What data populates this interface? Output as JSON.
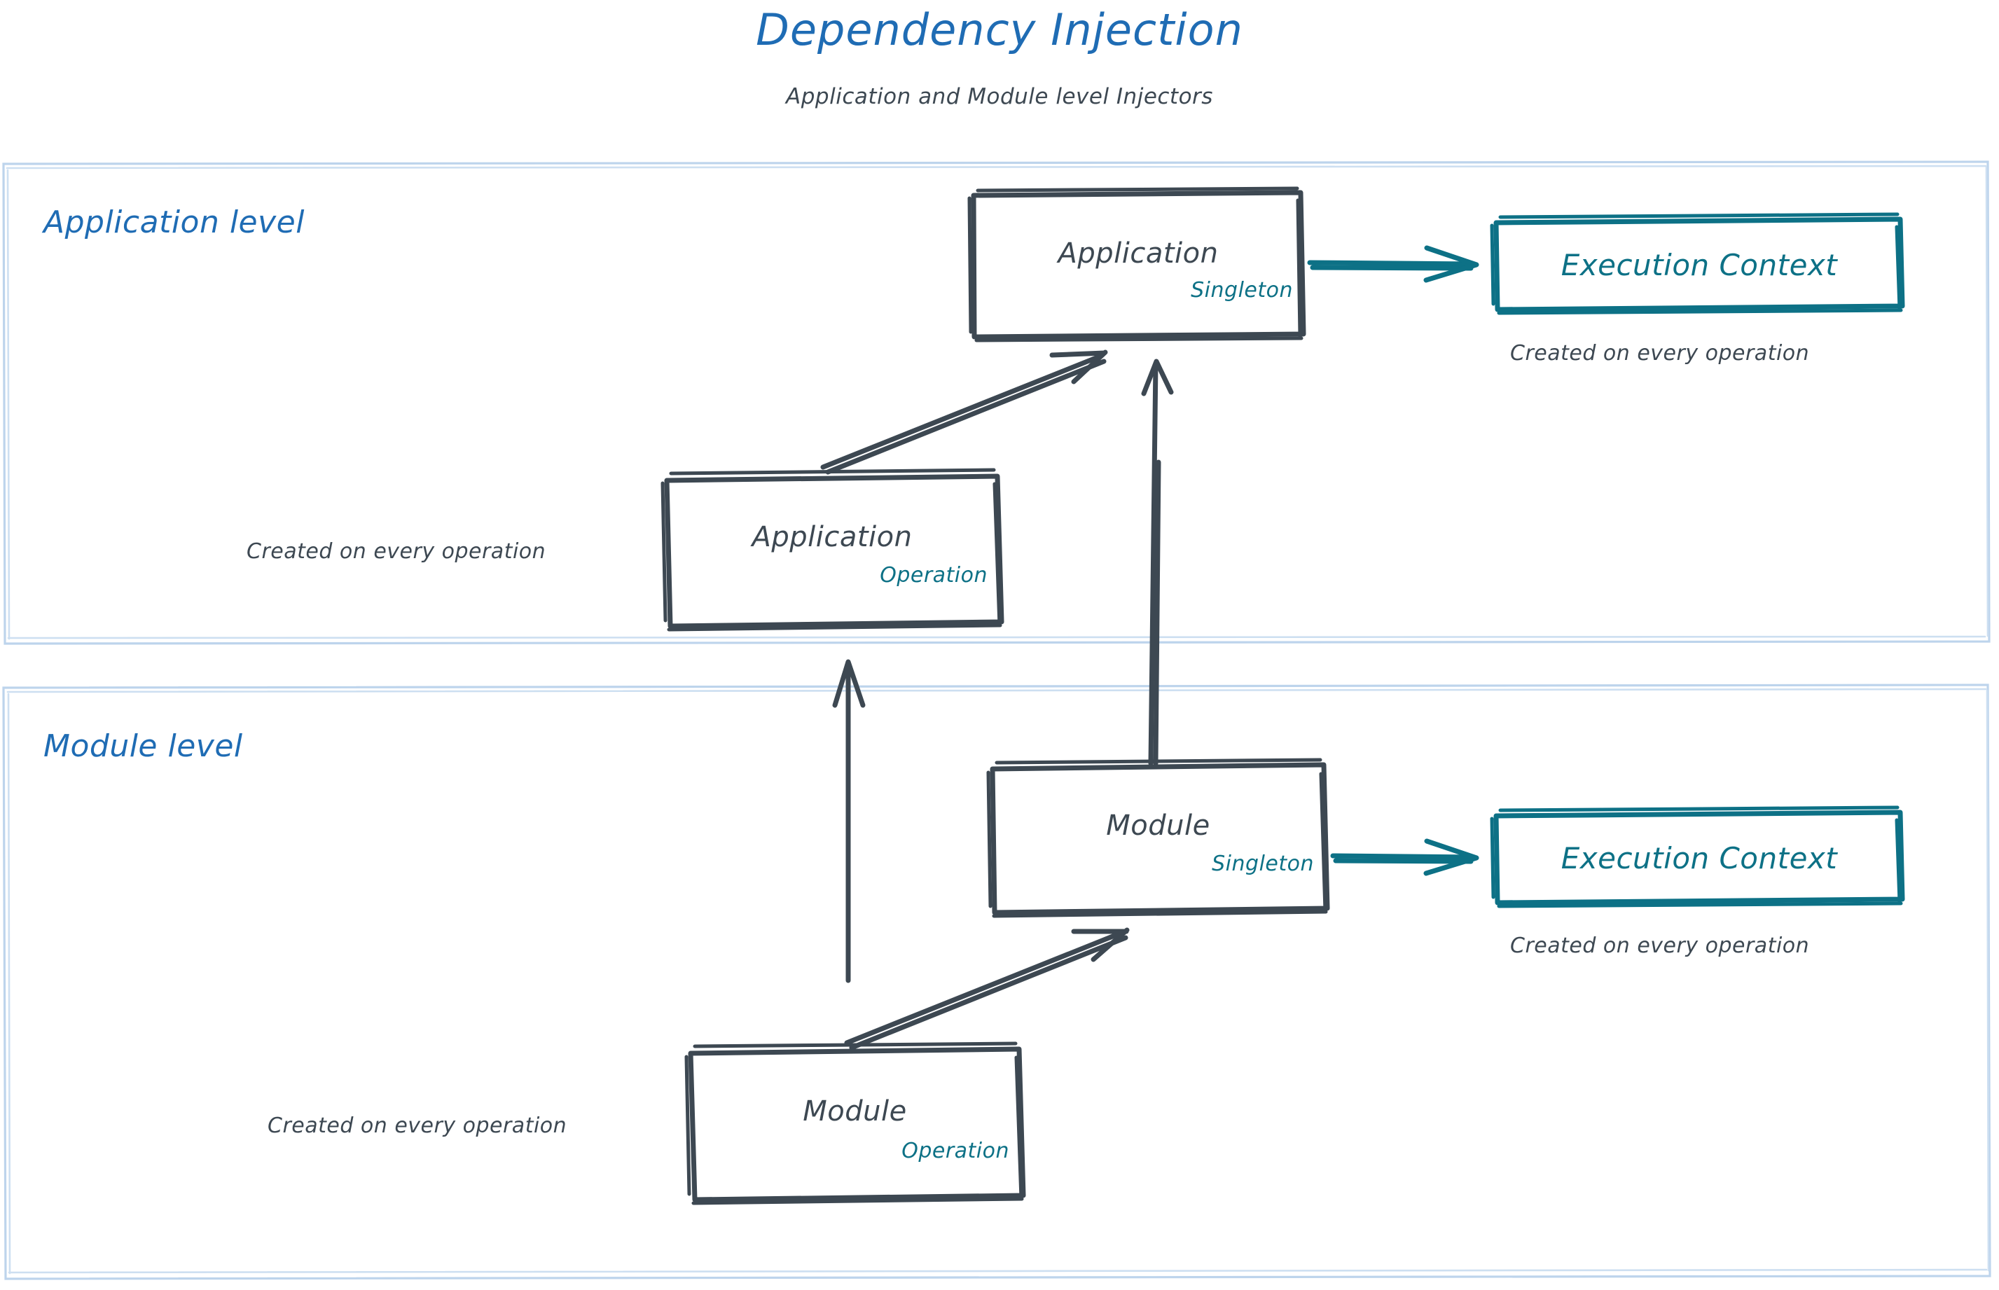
{
  "header": {
    "title": "Dependency Injection",
    "subtitle": "Application and Module level Injectors",
    "title_color": "#1f6cb4",
    "subtitle_color": "#3d4852"
  },
  "palette": {
    "accent_blue": "#1f6cb4",
    "container_border": "#bdd4ec",
    "node_stroke": "#3d4852",
    "teal": "#0d7186",
    "text_dark": "#3d4852"
  },
  "levels": [
    {
      "id": "application-level",
      "label": "Application level",
      "nodes": [
        {
          "id": "application-singleton",
          "title": "Application",
          "scope": "Singleton",
          "scope_color": "#0d7186"
        },
        {
          "id": "application-operation",
          "title": "Application",
          "scope": "Operation",
          "scope_color": "#0d7186",
          "caption": "Created on every operation"
        },
        {
          "id": "application-execution-context",
          "title": "Execution Context",
          "caption": "Created on every operation",
          "color": "#0d7186"
        }
      ]
    },
    {
      "id": "module-level",
      "label": "Module level",
      "nodes": [
        {
          "id": "module-singleton",
          "title": "Module",
          "scope": "Singleton",
          "scope_color": "#0d7186"
        },
        {
          "id": "module-operation",
          "title": "Module",
          "scope": "Operation",
          "scope_color": "#0d7186",
          "caption": "Created on every operation"
        },
        {
          "id": "module-execution-context",
          "title": "Execution Context",
          "caption": "Created on every operation",
          "color": "#0d7186"
        }
      ]
    }
  ],
  "connections": [
    {
      "id": "app-operation-to-app-singleton",
      "from": "application-operation",
      "to": "application-singleton",
      "style": "double-line-arrow",
      "color": "#3d4852"
    },
    {
      "id": "app-singleton-to-app-execution-context",
      "from": "application-singleton",
      "to": "application-execution-context",
      "style": "arrow",
      "color": "#0d7186"
    },
    {
      "id": "module-singleton-to-app-singleton",
      "from": "module-singleton",
      "to": "application-singleton",
      "style": "arrow",
      "color": "#3d4852"
    },
    {
      "id": "module-operation-to-app-operation",
      "from": "module-operation",
      "to": "application-operation",
      "style": "arrow",
      "color": "#3d4852"
    },
    {
      "id": "module-operation-to-module-singleton",
      "from": "module-operation",
      "to": "module-singleton",
      "style": "double-line-arrow",
      "color": "#3d4852"
    },
    {
      "id": "module-singleton-to-module-execution-context",
      "from": "module-singleton",
      "to": "module-execution-context",
      "style": "arrow",
      "color": "#0d7186"
    }
  ]
}
